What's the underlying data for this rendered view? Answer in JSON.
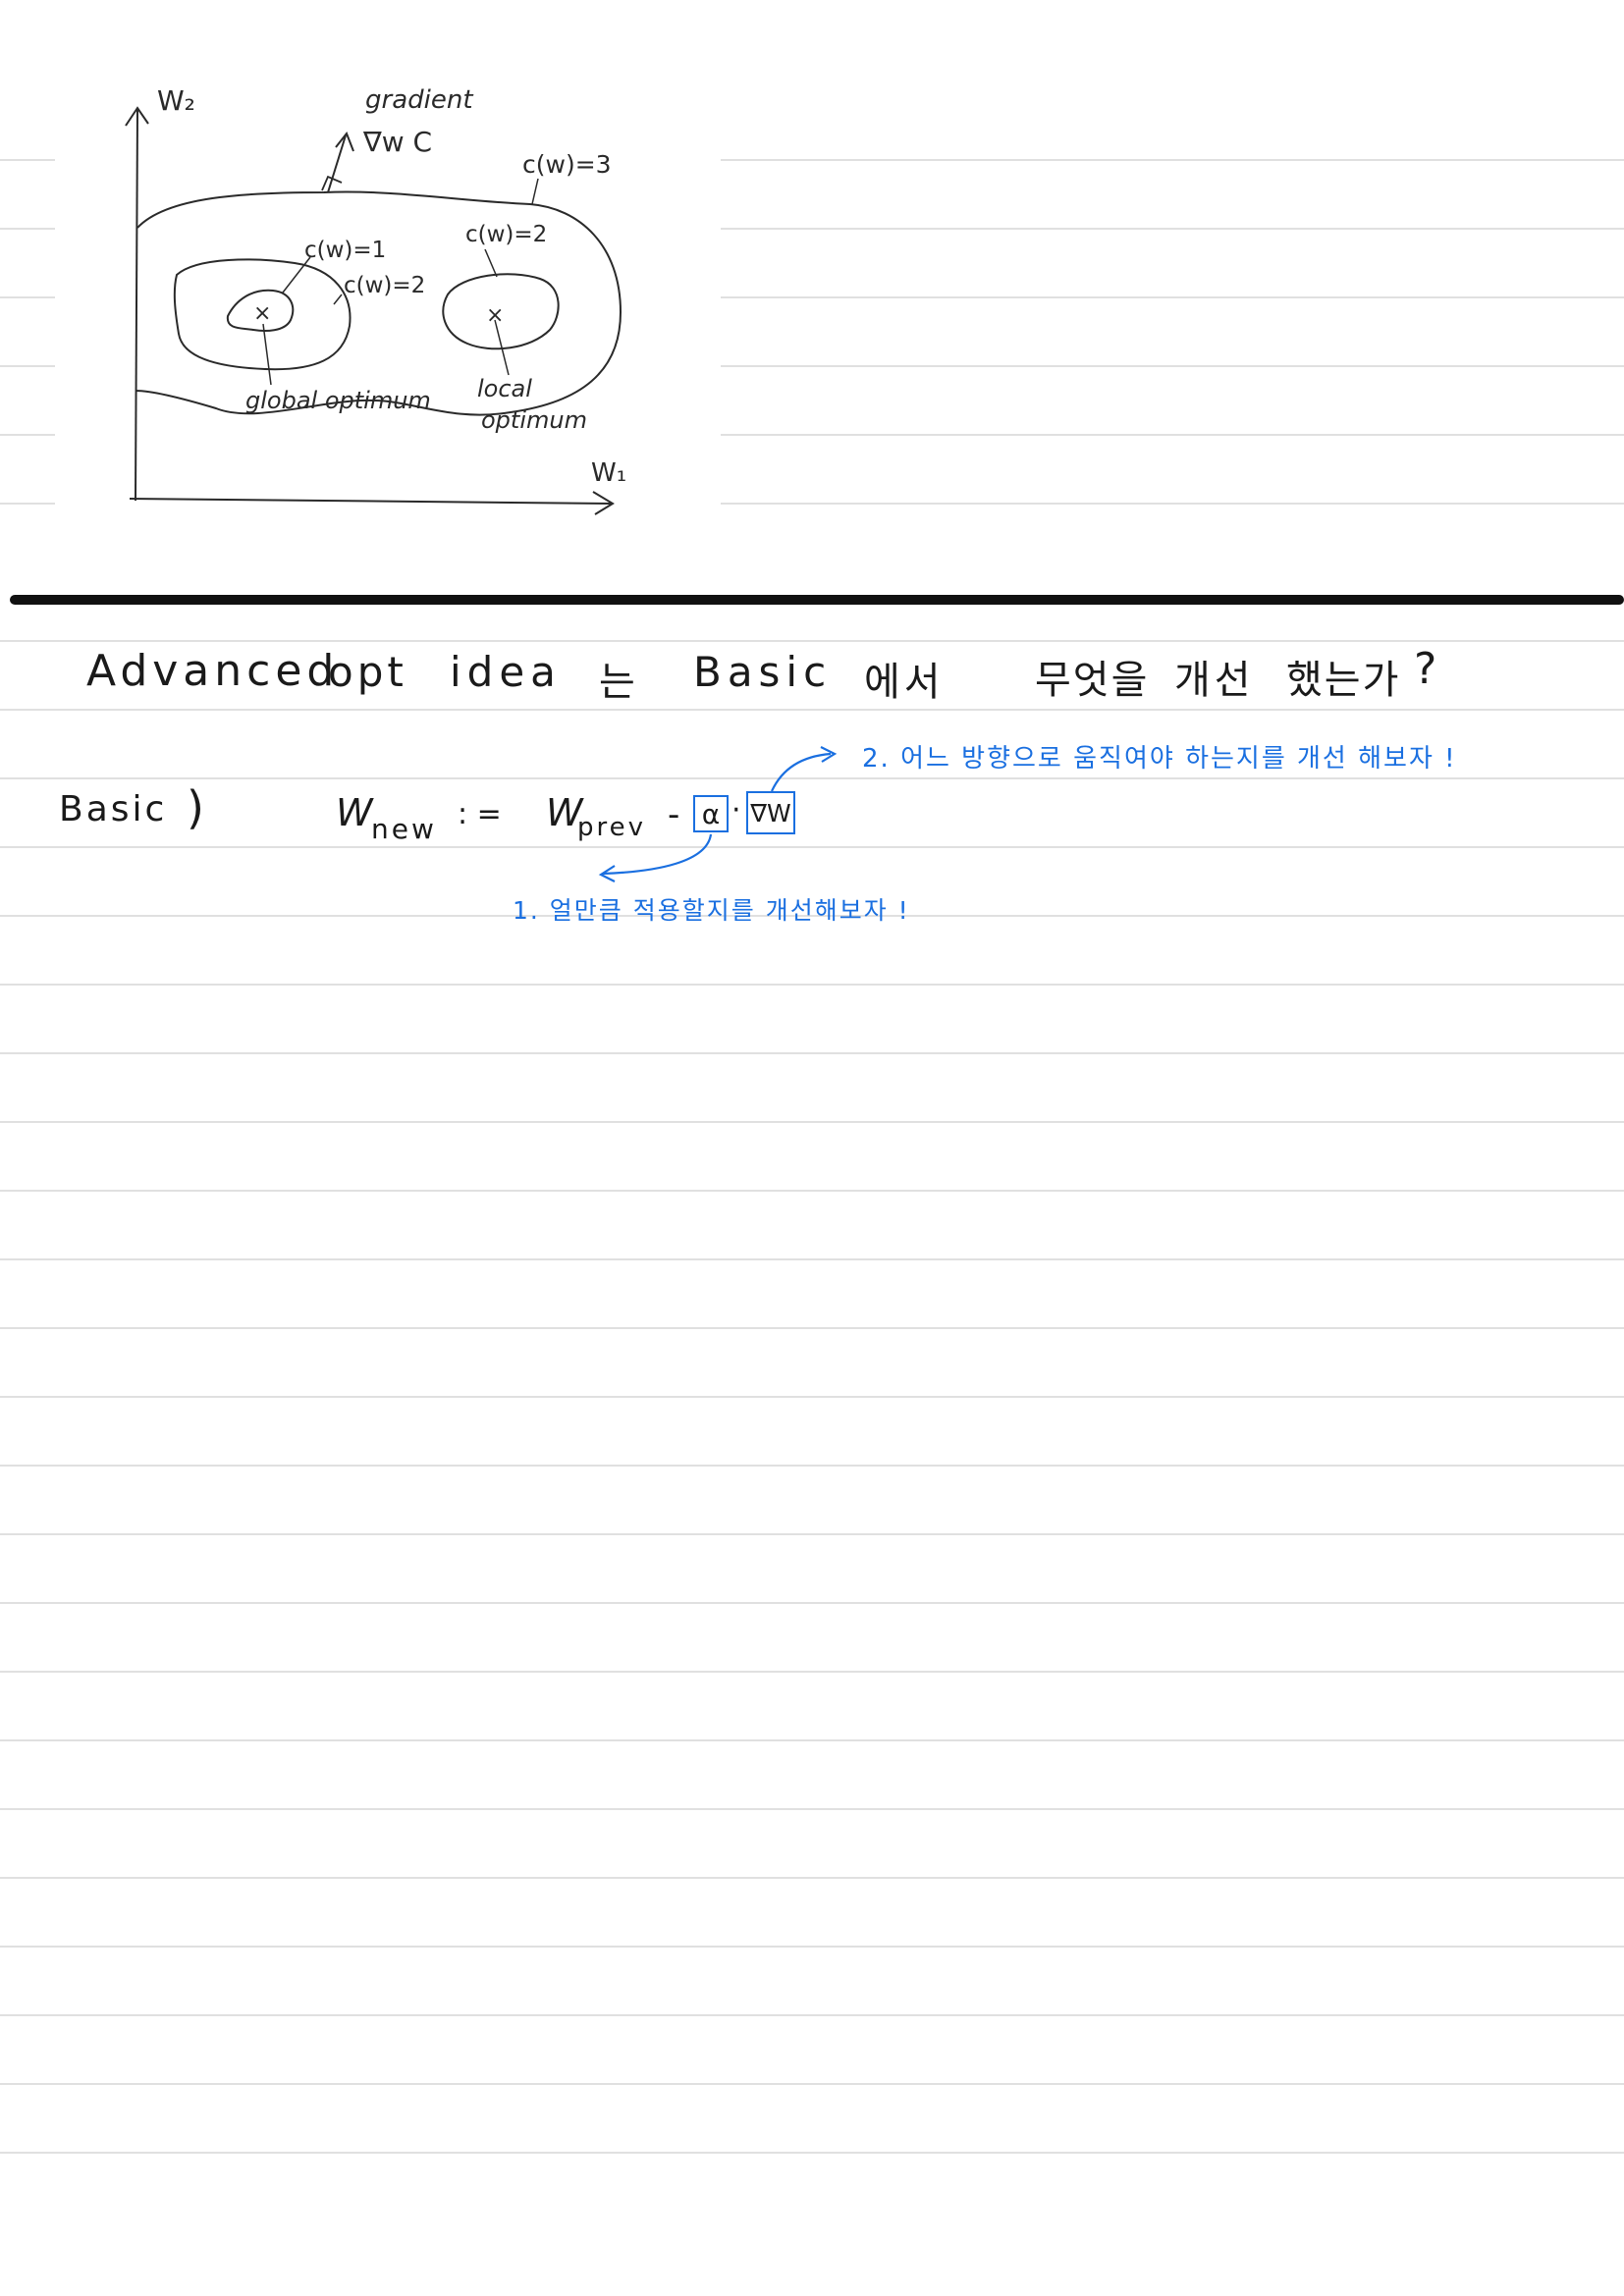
{
  "sketch": {
    "axis_w2": "W₂",
    "axis_w1": "W₁",
    "gradient_label": "gradient",
    "gradient_symbol": "∇w C",
    "contour_outer": "c(w)=3",
    "contour_global_inner": "c(w)=1",
    "contour_global_outer": "c(w)=2",
    "contour_local": "c(w)=2",
    "global_label": "global optimum",
    "local_label_1": "local",
    "local_label_2": "optimum",
    "optimum_marker": "×"
  },
  "question": {
    "word1": "Advanced",
    "word2": "opt",
    "word3": "idea",
    "word4": "는",
    "word5": "Basic",
    "word6": "에서",
    "word7": "무엇을",
    "word8": "개선",
    "word9": "했는가",
    "word10": "?"
  },
  "basic": {
    "label": "Basic",
    "paren": ")",
    "w_new": "W",
    "w_new_sub": "new",
    "assign": ": =",
    "w_prev": "W",
    "w_prev_sub": "prev",
    "minus": "-",
    "alpha": "α",
    "dot": "·",
    "grad": "∇W"
  },
  "notes": {
    "note1": "1. 얼만큼 적용할지를 개선해보자 !",
    "note2": "2. 어느 방향으로 움직여야 하는지를 개선 해보자 !"
  },
  "colors": {
    "ink": "#1a1a1a",
    "blue_ink": "#1a6fe0",
    "rule_line": "#d6d6d6",
    "divider": "#111111"
  }
}
